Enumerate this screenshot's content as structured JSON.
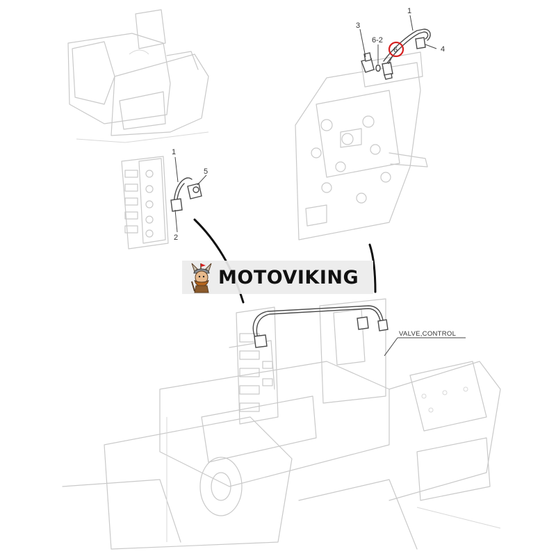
{
  "diagram": {
    "callouts": {
      "top_1": "1",
      "top_3": "3",
      "top_6_2": "6-2",
      "top_6": "6",
      "top_4": "4",
      "left_1": "1",
      "left_5": "5",
      "left_2": "2"
    },
    "label_valve_control": "VALVE,CONTROL",
    "highlight_color": "#d62020"
  },
  "watermark": {
    "brand_name": "MOTOVIKING",
    "logo_icon": "viking-mascot-icon"
  }
}
